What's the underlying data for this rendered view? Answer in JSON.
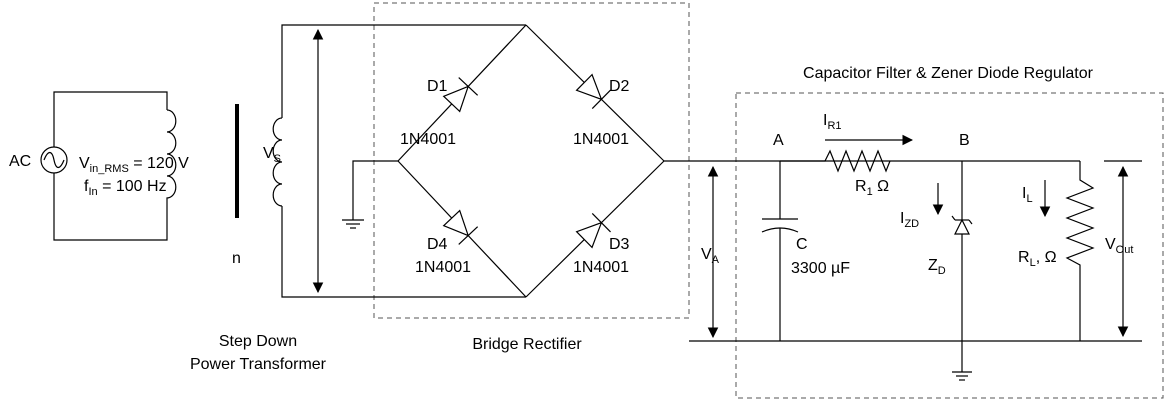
{
  "labels": {
    "ac": "AC",
    "vin_main": "V",
    "vin_sub": "in_RMS",
    "vin_rest": " = 120 V",
    "fin_main": "f",
    "fin_sub": "In",
    "fin_rest": " = 100 Hz",
    "vs_main": "V",
    "vs_sub": "S",
    "turns": "n",
    "transformer_line1": "Step Down",
    "transformer_line2": "Power Transformer",
    "bridge_title": "Bridge Rectifier",
    "reg_title": "Capacitor Filter & Zener Diode Regulator",
    "d1": "D1",
    "d2": "D2",
    "d3": "D3",
    "d4": "D4",
    "d1_part": "1N4001",
    "d2_part": "1N4001",
    "d3_part": "1N4001",
    "d4_part": "1N4001",
    "va_main": "V",
    "va_sub": "A",
    "node_a": "A",
    "node_b": "B",
    "cap_name": "C",
    "cap_value": "3300 µF",
    "ir1_main": "I",
    "ir1_sub": "R1",
    "r1_main": "R",
    "r1_sub": "1",
    "r1_unit": " Ω",
    "izd_main": "I",
    "izd_sub": "ZD",
    "zd_main": "Z",
    "zd_sub": "D",
    "il_main": "I",
    "il_sub": "L",
    "rl_main": "R",
    "rl_sub": "L",
    "rl_unit": ", Ω",
    "vout_main": "V",
    "vout_sub": "Out"
  }
}
